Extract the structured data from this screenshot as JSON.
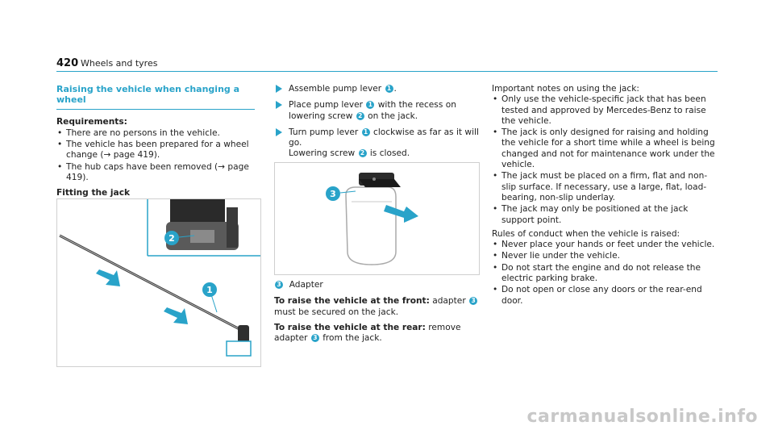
{
  "header": {
    "page_number": "420",
    "section": "Wheels and tyres"
  },
  "col1": {
    "title": "Raising the vehicle when changing a wheel",
    "requirements_label": "Requirements:",
    "requirements": [
      "There are no persons in the vehicle.",
      "The vehicle has been prepared for a wheel change (→ page 419).",
      "The hub caps have been removed (→ page 419)."
    ],
    "fitting_label": "Fitting the jack"
  },
  "col2": {
    "steps": [
      {
        "before": "Assemble pump lever ",
        "num": "1",
        "after": "."
      },
      {
        "before": "Place pump lever ",
        "num": "1",
        "middle": " with the recess on lowering screw ",
        "num2": "2",
        "after": " on the jack."
      },
      {
        "before": "Turn pump lever ",
        "num": "1",
        "after": " clockwise as far as it will go."
      }
    ],
    "result_before": "Lowering screw ",
    "result_num": "2",
    "result_after": " is closed.",
    "legend_num": "3",
    "legend_text": "Adapter",
    "front_bold": "To raise the vehicle at the front:",
    "front_text_a": " adapter ",
    "front_num": "3",
    "front_text_b": " must be secured on the jack.",
    "rear_bold": "To raise the vehicle at the rear:",
    "rear_text_a": " remove adapter ",
    "rear_num": "3",
    "rear_text_b": " from the jack."
  },
  "col3": {
    "notes_label": "Important notes on using the jack:",
    "notes": [
      "Only use the vehicle-specific jack that has been tested and approved by Mercedes-Benz to raise the vehicle.",
      "The jack is only designed for raising and holding the vehicle for a short time while a wheel is being changed and not for maintenance work under the vehicle.",
      "The jack must be placed on a firm, flat and non-slip surface. If necessary, use a large, flat, load-bearing, non-slip underlay.",
      "The jack may only be positioned at the jack support point."
    ],
    "rules_label": "Rules of conduct when the vehicle is raised:",
    "rules": [
      "Never place your hands or feet under the vehicle.",
      "Never lie under the vehicle.",
      "Do not start the engine and do not release the electric parking brake.",
      "Do not open or close any doors or the rear-end door."
    ]
  },
  "figure1": {
    "callout_1": "1",
    "callout_2": "2"
  },
  "figure2": {
    "callout_3": "3"
  },
  "watermark": "carmanualsonline.info",
  "colors": {
    "accent": "#29a3c9"
  }
}
